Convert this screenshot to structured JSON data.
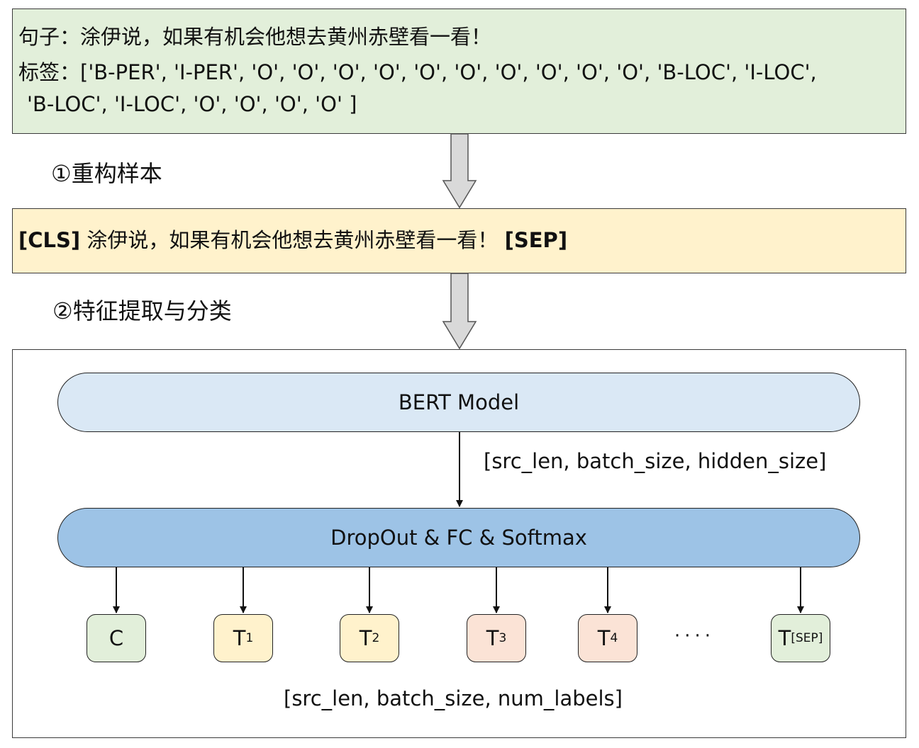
{
  "sentence_box": {
    "sentence": "句子：涂伊说，如果有机会他想去黄州赤壁看一看！",
    "labels_line1": "标签：['B-PER',  'I-PER',  'O',  'O',  'O',  'O',  'O',  'O',  'O',  'O',  'O',  'O',  'B-LOC',  'I-LOC',",
    "labels_line2": "'B-LOC',  'I-LOC',  'O',  'O',  'O',  'O' ]"
  },
  "steps": {
    "step1": "①重构样本",
    "step2": "②特征提取与分类"
  },
  "cls_box": {
    "cls_token": "[CLS]",
    "text": "涂伊说，如果有机会他想去黄州赤壁看一看！",
    "sep_token": "[SEP]"
  },
  "model": {
    "bert_label": "BERT Model",
    "bert_output_shape": "[src_len, batch_size, hidden_size]",
    "head_label": "DropOut & FC & Softmax",
    "output_shape": "[src_len, batch_size, num_labels]",
    "outputs": [
      {
        "base": "C",
        "sub": "",
        "color": "#e2efda"
      },
      {
        "base": "T",
        "sub": "1",
        "color": "#fff2cc"
      },
      {
        "base": "T",
        "sub": "2",
        "color": "#fff2cc"
      },
      {
        "base": "T",
        "sub": "3",
        "color": "#fbe3d6"
      },
      {
        "base": "T",
        "sub": "4",
        "color": "#fbe3d6"
      },
      {
        "base": "T",
        "sub": "[SEP]",
        "color": "#e2efda"
      }
    ],
    "ellipsis": "····"
  },
  "colors": {
    "sentence_bg": "#e2efda",
    "cls_bg": "#fff2cc",
    "bert_bg": "#dae8f5",
    "head_bg": "#9dc3e6",
    "flow_arrow": "#d9d9d9"
  }
}
